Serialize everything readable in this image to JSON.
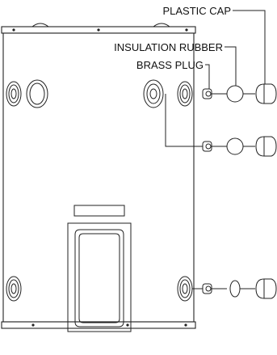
{
  "labels": {
    "plastic_cap": "PLASTIC CAP",
    "insulation_rubber": "INSULATION RUBBER",
    "brass_plug": "BRASS PLUG"
  },
  "colors": {
    "line": "#222222",
    "background": "#ffffff"
  }
}
